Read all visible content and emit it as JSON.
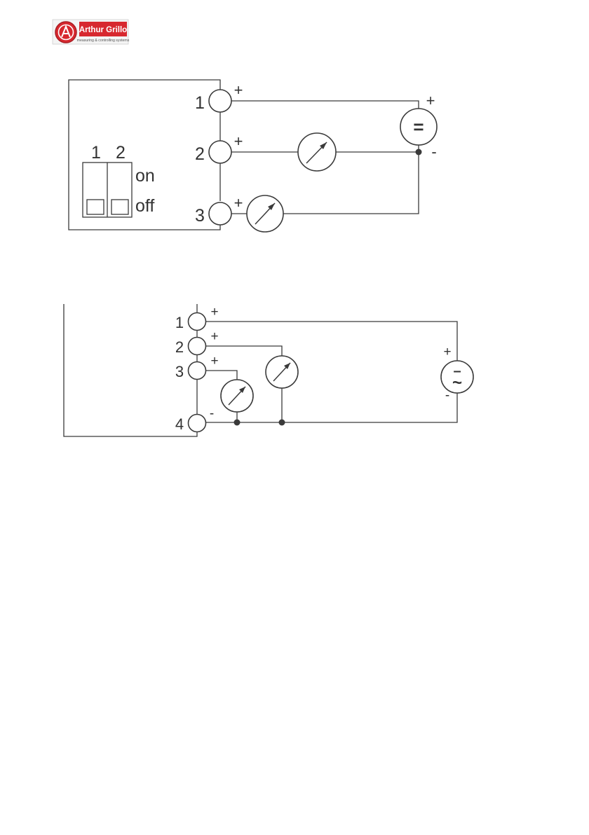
{
  "logo": {
    "brand": "Arthur Grillo",
    "tagline": "measuring & controlling systems",
    "colors": {
      "primary": "#d7282f",
      "dark": "#a81c22",
      "text_light": "#ffffff",
      "tagline_bg": "#f2f2f2"
    }
  },
  "diagram_top": {
    "terminals": [
      {
        "number": "1",
        "polarity": "+"
      },
      {
        "number": "2",
        "polarity": "+"
      },
      {
        "number": "3",
        "polarity": "+"
      }
    ],
    "dip_switch": {
      "positions": [
        "1",
        "2"
      ],
      "on_label": "on",
      "off_label": "off"
    },
    "source": {
      "symbol": "=",
      "plus": "+",
      "minus": "-"
    }
  },
  "diagram_bottom": {
    "terminals": [
      {
        "number": "1",
        "polarity": "+"
      },
      {
        "number": "2",
        "polarity": "+"
      },
      {
        "number": "3",
        "polarity": "+"
      },
      {
        "number": "4",
        "polarity": "-"
      }
    ],
    "source": {
      "symbol_top": "–",
      "symbol_bottom": "~",
      "plus": "+",
      "minus": "-"
    }
  },
  "line_color": "#3a3a3a"
}
